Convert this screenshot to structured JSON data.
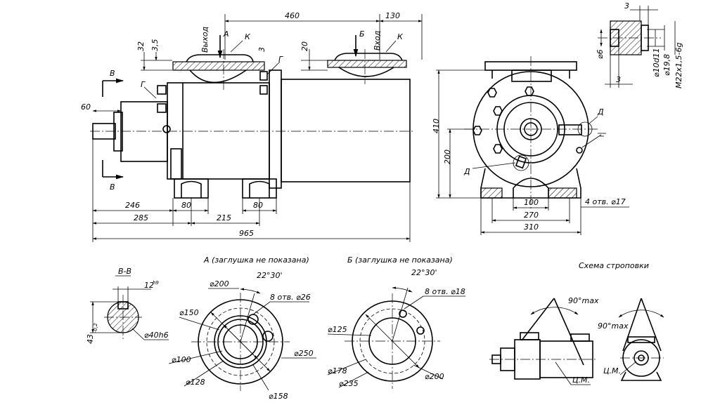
{
  "views": {
    "main": {
      "dims_top": {
        "d460": "460",
        "d130": "130",
        "d32": "32",
        "d35": "3,5",
        "d3": "3",
        "d20": "20",
        "d60": "60"
      },
      "dims_bottom": {
        "d246": "246",
        "d285": "285",
        "d80a": "80",
        "d215": "215",
        "d80b": "80",
        "d965": "965"
      },
      "labels": {
        "vyhod": "Выход",
        "vhod": "Вход",
        "A": "А",
        "B": "Б",
        "K1": "К",
        "K2": "К",
        "G1": "Г",
        "G2": "Г",
        "V1": "В",
        "V2": "В"
      }
    },
    "side": {
      "dims": {
        "d410": "410",
        "d200": "200",
        "d100": "100",
        "d270": "270",
        "d310": "310",
        "holes": "4 отв. ⌀17"
      },
      "labels": {
        "D1": "Д",
        "D2": "Д"
      }
    },
    "detail": {
      "dims": {
        "d3a": "3",
        "d3b": "3",
        "phi6": "⌀6",
        "phi10": "⌀10d11",
        "phi19": "⌀19,8",
        "thread": "M22x1,5-6g"
      }
    },
    "section": {
      "title": "В-В",
      "dims": {
        "d12": "12",
        "d12tol": "h9",
        "d43": "43",
        "d43tol": "-0,2",
        "phi40": "⌀40h6"
      }
    },
    "viewA": {
      "title": "А (заглушка не показана)",
      "dims": {
        "angle": "22°30'",
        "holes": "8 отв. ⌀26",
        "d200": "⌀200",
        "d150": "⌀150",
        "d100": "⌀100",
        "d128": "⌀128",
        "d158": "⌀158",
        "d250": "⌀250"
      }
    },
    "viewB": {
      "title": "Б (заглушка не показана)",
      "dims": {
        "angle": "22°30'",
        "holes": "8 отв. ⌀18",
        "d125": "⌀125",
        "d178": "⌀178",
        "d235": "⌀235",
        "d200": "⌀200"
      }
    },
    "sling": {
      "title": "Схема строповки",
      "labels": {
        "angle1": "90°max",
        "angle2": "90°max",
        "cm1": "Ц.М.",
        "cm2": "Ц.М."
      }
    }
  }
}
